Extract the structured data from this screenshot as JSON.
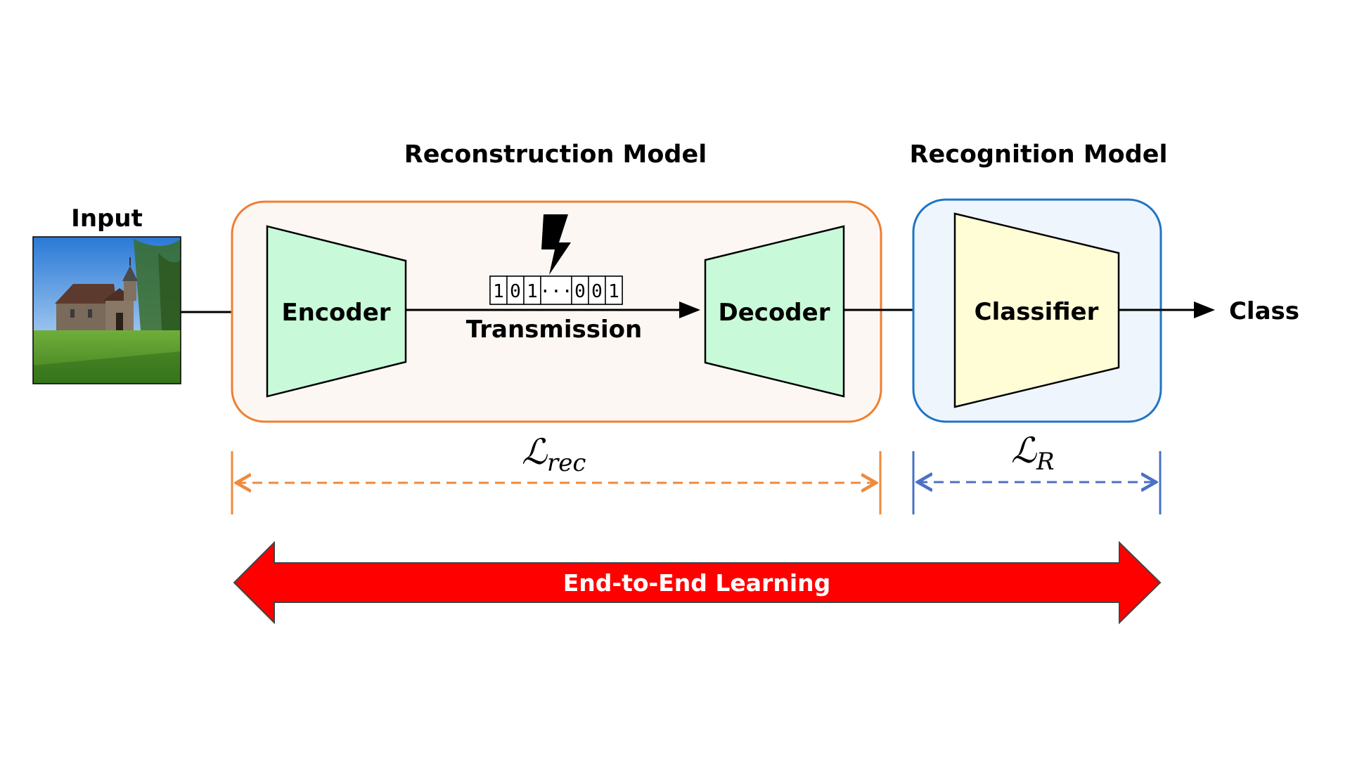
{
  "input_label": "Input",
  "output_label": "Class",
  "reconstruction_title": "Reconstruction Model",
  "recognition_title": "Recognition Model",
  "encoder_label": "Encoder",
  "decoder_label": "Decoder",
  "classifier_label": "Classifier",
  "transmission_label": "Transmission",
  "bits": [
    "1",
    "0",
    "1",
    "···",
    "0",
    "0",
    "1"
  ],
  "loss_rec": {
    "base": "ℒ",
    "sub": "rec"
  },
  "loss_r": {
    "base": "ℒ",
    "sub": "R"
  },
  "end_to_end_label": "End-to-End Learning",
  "icons": {
    "noise": "lightning-bolt-icon",
    "input_image": "church-photo"
  },
  "colors": {
    "reconstruction_border": "#F07F2F",
    "reconstruction_fill": "#FDF7F4",
    "recognition_border": "#1F74C4",
    "recognition_fill": "#EEF5FD",
    "encoder_fill": "#C8FAD9",
    "classifier_fill": "#FFFDD6",
    "loss_rec_color": "#EF8A3C",
    "loss_r_color": "#4A72C4",
    "end_to_end_fill": "#FF0000"
  }
}
